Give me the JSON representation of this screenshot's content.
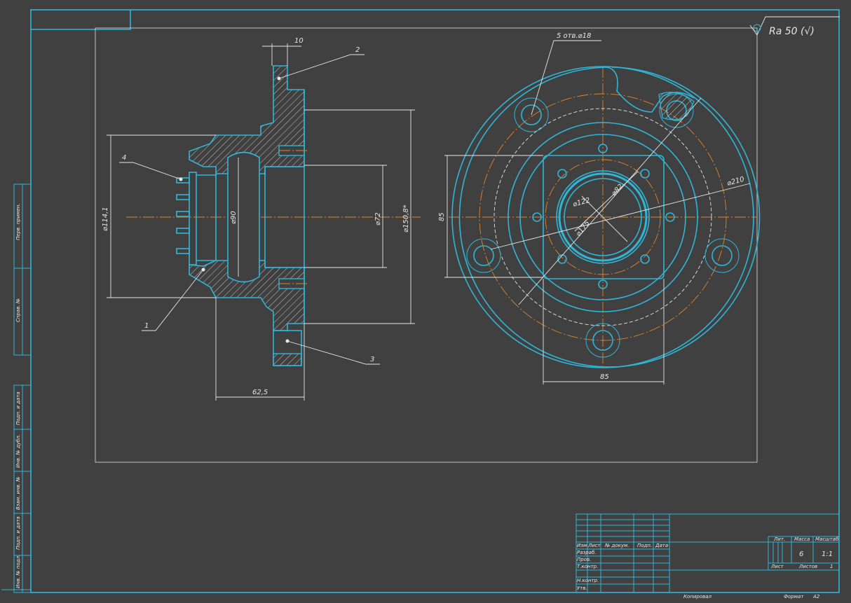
{
  "roughness": "Ra 50 (√)",
  "side_view": {
    "dim_top": "10",
    "dim_left_diameter": "⌀114,1",
    "dim_inner_diameter": "⌀90",
    "dim_bore_diameter": "⌀72",
    "dim_outer_diameter": "⌀150,8*",
    "dim_length": "62,5",
    "callout_1": "1",
    "callout_2": "2",
    "callout_3": "3",
    "callout_4": "4"
  },
  "front_view": {
    "holes_note": "5 отв.⌀18",
    "dim_210": "⌀210",
    "dim_82": "⌀82",
    "dim_122": "⌀122",
    "dim_175": "⌀175",
    "dim_height": "85",
    "dim_width": "85"
  },
  "left_stamps": [
    "Перв. примен.",
    "Справ. №",
    "Подп. и дата",
    "Инв. № дубл.",
    "Взам. инв. №",
    "Подп. и дата",
    "Инв. № подл."
  ],
  "title_block": {
    "header_cols": [
      "Изм",
      "Лист",
      "№ докум.",
      "Подп.",
      "Дата"
    ],
    "rows": [
      "Разраб.",
      "Пров.",
      "Т.контр.",
      "Н.контр.",
      "Утв."
    ],
    "lit": "Лит.",
    "massa": "Масса",
    "masshtab": "Масштаб",
    "mass_value": "6",
    "scale_value": "1:1",
    "list": "Лист",
    "listov": "Листов",
    "listov_value": "1",
    "copied": "Копировал",
    "format": "Формат",
    "format_value": "A2"
  }
}
